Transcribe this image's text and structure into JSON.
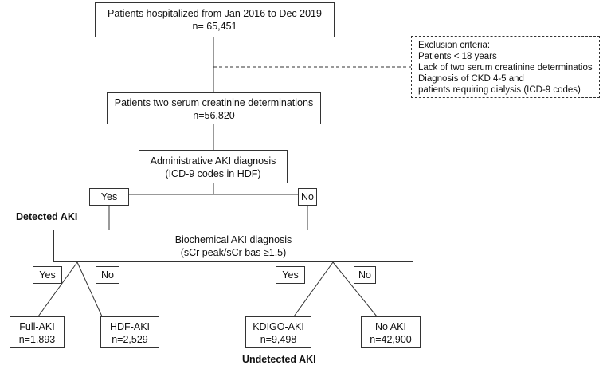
{
  "nodes": {
    "hospitalized": {
      "line1": "Patients hospitalized from Jan 2016 to Dec 2019",
      "line2": "n= 65,451"
    },
    "exclusion": {
      "title": "Exclusion criteria:",
      "items": [
        "Patients < 18 years",
        "Lack of two serum creatinine determinatios",
        "Diagnosis of CKD 4-5 and",
        "patients requiring dialysis (ICD-9 codes)"
      ]
    },
    "two_scr": {
      "line1": "Patients two serum creatinine determinations",
      "line2": "n=56,820"
    },
    "admin_aki": {
      "line1": "Administrative AKI diagnosis",
      "line2": "(ICD-9 codes in HDF)"
    },
    "yes_top": "Yes",
    "no_top": "No",
    "detected_label": "Detected AKI",
    "biochem": {
      "line1": "Biochemical AKI diagnosis",
      "line2": "(sCr peak/sCr bas ≥1.5)"
    },
    "yes_left": "Yes",
    "no_left": "No",
    "yes_right": "Yes",
    "no_right": "No",
    "full_aki": {
      "line1": "Full-AKI",
      "line2": "n=1,893"
    },
    "hdf_aki": {
      "line1": "HDF-AKI",
      "line2": "n=2,529"
    },
    "kdigo_aki": {
      "line1": "KDIGO-AKI",
      "line2": "n=9,498"
    },
    "no_aki": {
      "line1": "No AKI",
      "line2": "n=42,900"
    },
    "undetected_label": "Undetected AKI"
  }
}
